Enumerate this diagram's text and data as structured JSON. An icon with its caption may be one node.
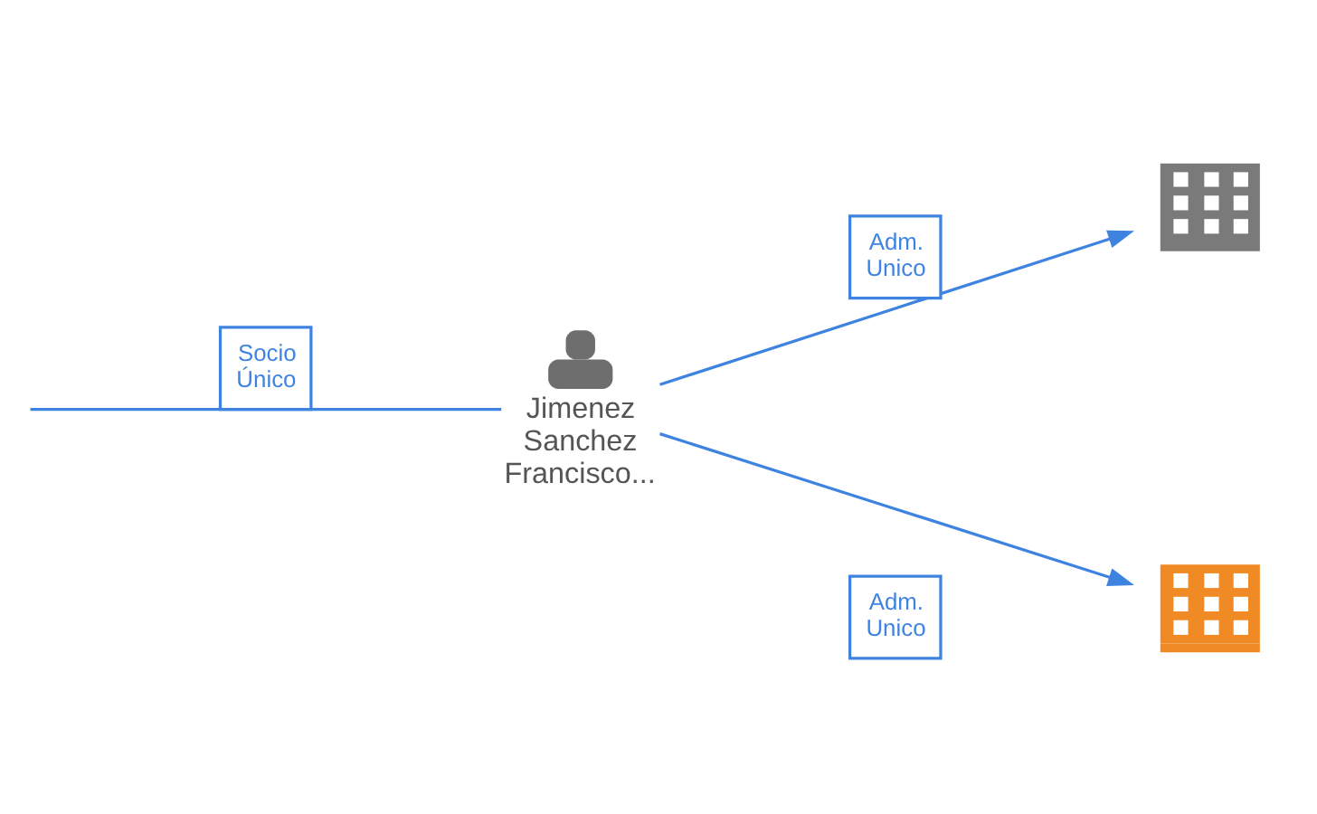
{
  "diagram": {
    "nodes": [
      {
        "text": [
          "Jimenez Sanchez Francisco..."
        ]
      },
      {
        "text": [],
        "shape": "picture"
      },
      {
        "text": [],
        "shape": "picture"
      }
    ],
    "edges": [
      {
        "from": 0,
        "to": 1,
        "arrow": "to",
        "label": "Adm. Unico"
      },
      {
        "from": 0,
        "to": null,
        "arrow": "none",
        "label": "Socio Único"
      },
      {
        "from": 0,
        "to": 2,
        "arrow": "to",
        "label": "Adm. Unico"
      }
    ]
  }
}
